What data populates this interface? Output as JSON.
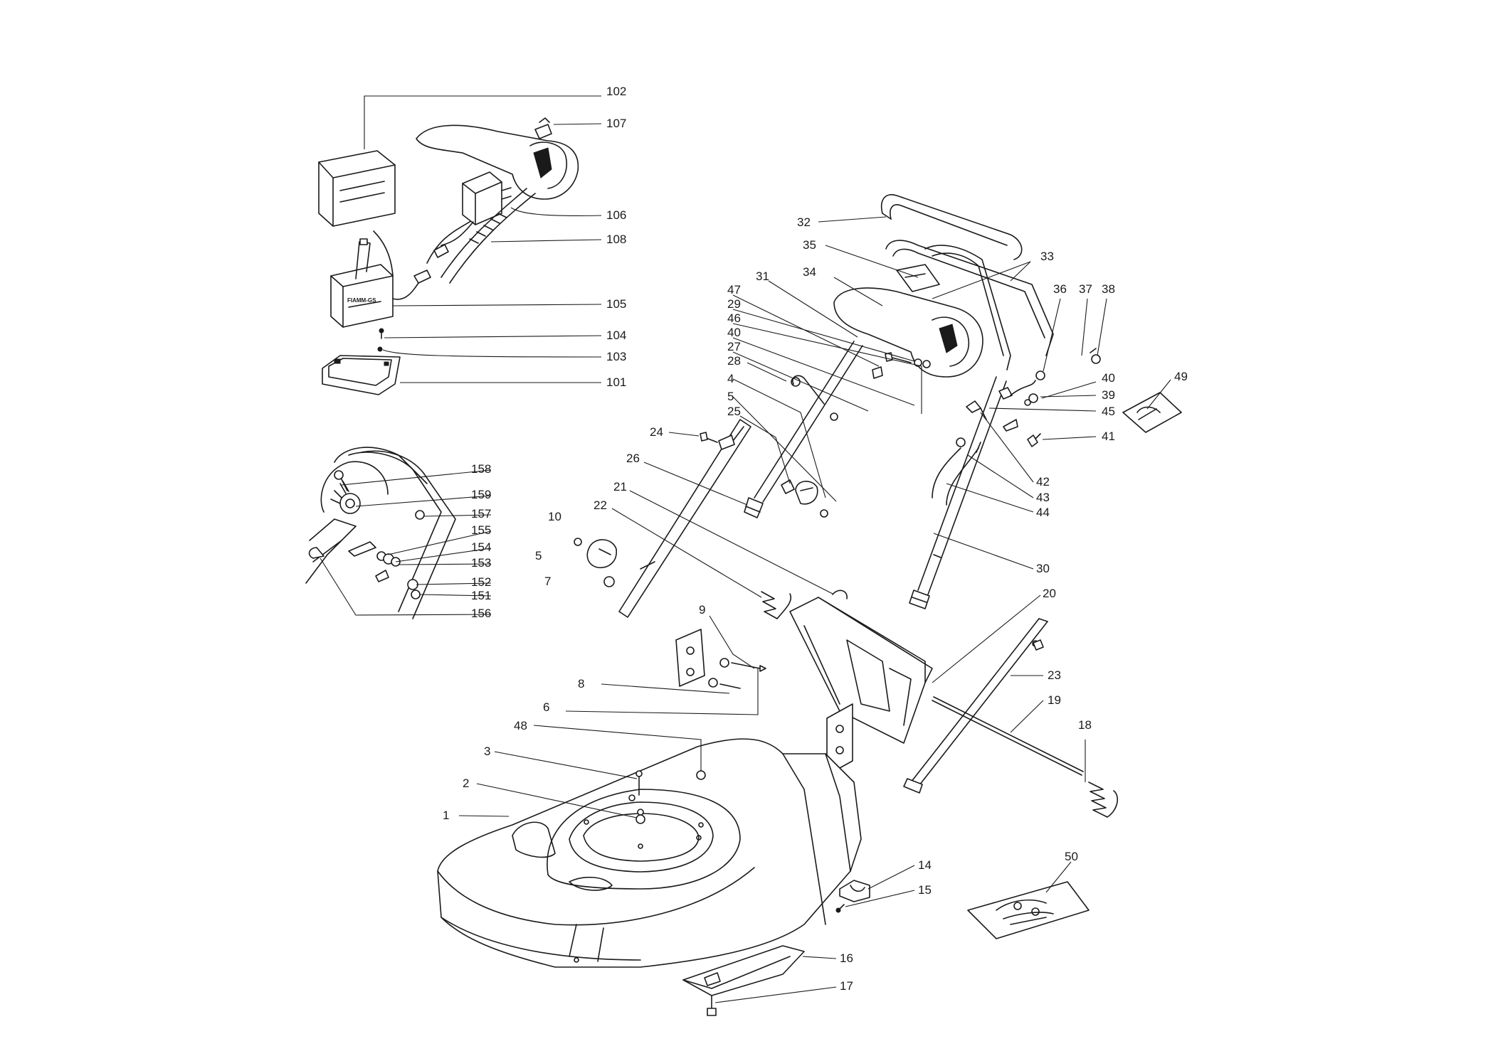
{
  "diagram": {
    "battery_marking": "FIAMM-GS",
    "callouts": [
      "1",
      "2",
      "3",
      "4",
      "5",
      "5",
      "6",
      "7",
      "8",
      "9",
      "10",
      "14",
      "15",
      "16",
      "17",
      "18",
      "19",
      "20",
      "21",
      "22",
      "23",
      "24",
      "25",
      "26",
      "27",
      "28",
      "29",
      "30",
      "31",
      "32",
      "33",
      "34",
      "35",
      "36",
      "37",
      "38",
      "39",
      "40",
      "40",
      "41",
      "42",
      "43",
      "44",
      "45",
      "46",
      "47",
      "48",
      "49",
      "50",
      "101",
      "102",
      "103",
      "104",
      "105",
      "106",
      "107",
      "108",
      "151",
      "152",
      "153",
      "154",
      "155",
      "156",
      "157",
      "158",
      "159"
    ]
  }
}
